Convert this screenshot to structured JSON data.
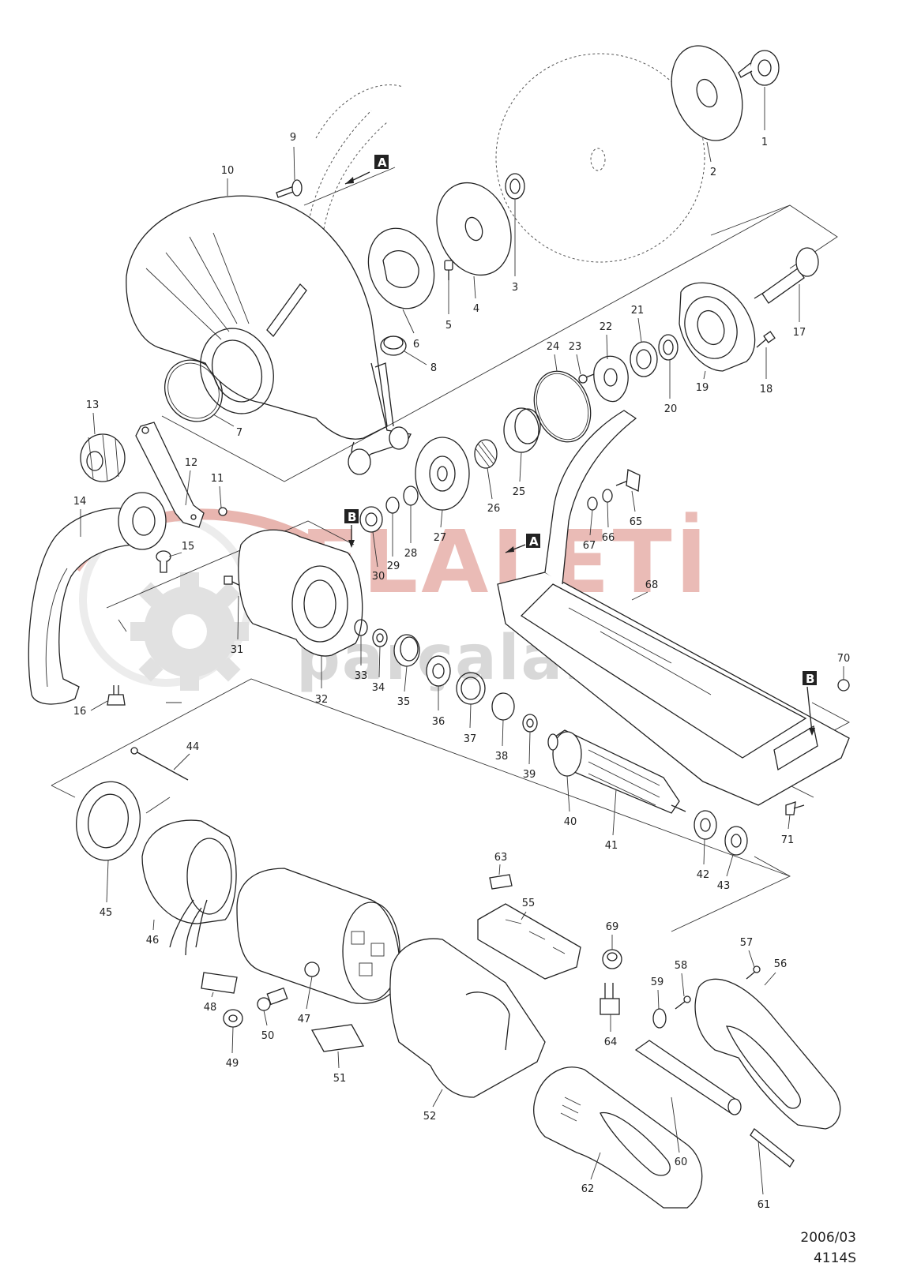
{
  "watermark": {
    "brand_line": "ELALETİ",
    "sub_line": "parçaları"
  },
  "markers": {
    "a_upper": "A",
    "a_lower": "A",
    "b_upper": "B",
    "b_right": "B"
  },
  "footer": {
    "date": "2006/03",
    "model": "4114S"
  },
  "parts": [
    {
      "id": "p1",
      "label": "1"
    },
    {
      "id": "p2",
      "label": "2"
    },
    {
      "id": "p3",
      "label": "3"
    },
    {
      "id": "p4",
      "label": "4"
    },
    {
      "id": "p5",
      "label": "5"
    },
    {
      "id": "p6",
      "label": "6"
    },
    {
      "id": "p7",
      "label": "7"
    },
    {
      "id": "p8",
      "label": "8"
    },
    {
      "id": "p9",
      "label": "9"
    },
    {
      "id": "p10",
      "label": "10"
    },
    {
      "id": "p11",
      "label": "11"
    },
    {
      "id": "p12",
      "label": "12"
    },
    {
      "id": "p13",
      "label": "13"
    },
    {
      "id": "p14",
      "label": "14"
    },
    {
      "id": "p15",
      "label": "15"
    },
    {
      "id": "p16",
      "label": "16"
    },
    {
      "id": "p17",
      "label": "17"
    },
    {
      "id": "p18",
      "label": "18"
    },
    {
      "id": "p19",
      "label": "19"
    },
    {
      "id": "p20",
      "label": "20"
    },
    {
      "id": "p21",
      "label": "21"
    },
    {
      "id": "p22",
      "label": "22"
    },
    {
      "id": "p23",
      "label": "23"
    },
    {
      "id": "p24",
      "label": "24"
    },
    {
      "id": "p25",
      "label": "25"
    },
    {
      "id": "p26",
      "label": "26"
    },
    {
      "id": "p27",
      "label": "27"
    },
    {
      "id": "p28",
      "label": "28"
    },
    {
      "id": "p29",
      "label": "29"
    },
    {
      "id": "p30",
      "label": "30"
    },
    {
      "id": "p31",
      "label": "31"
    },
    {
      "id": "p32",
      "label": "32"
    },
    {
      "id": "p33",
      "label": "33"
    },
    {
      "id": "p34",
      "label": "34"
    },
    {
      "id": "p35",
      "label": "35"
    },
    {
      "id": "p36",
      "label": "36"
    },
    {
      "id": "p37",
      "label": "37"
    },
    {
      "id": "p38",
      "label": "38"
    },
    {
      "id": "p39",
      "label": "39"
    },
    {
      "id": "p40",
      "label": "40"
    },
    {
      "id": "p41",
      "label": "41"
    },
    {
      "id": "p42",
      "label": "42"
    },
    {
      "id": "p43",
      "label": "43"
    },
    {
      "id": "p44",
      "label": "44"
    },
    {
      "id": "p45",
      "label": "45"
    },
    {
      "id": "p46",
      "label": "46"
    },
    {
      "id": "p47",
      "label": "47"
    },
    {
      "id": "p48",
      "label": "48"
    },
    {
      "id": "p49",
      "label": "49"
    },
    {
      "id": "p50",
      "label": "50"
    },
    {
      "id": "p51",
      "label": "51"
    },
    {
      "id": "p52",
      "label": "52"
    },
    {
      "id": "p55",
      "label": "55"
    },
    {
      "id": "p56",
      "label": "56"
    },
    {
      "id": "p57",
      "label": "57"
    },
    {
      "id": "p58",
      "label": "58"
    },
    {
      "id": "p59",
      "label": "59"
    },
    {
      "id": "p60",
      "label": "60"
    },
    {
      "id": "p61",
      "label": "61"
    },
    {
      "id": "p62",
      "label": "62"
    },
    {
      "id": "p63",
      "label": "63"
    },
    {
      "id": "p64",
      "label": "64"
    },
    {
      "id": "p65",
      "label": "65"
    },
    {
      "id": "p66",
      "label": "66"
    },
    {
      "id": "p67",
      "label": "67"
    },
    {
      "id": "p68",
      "label": "68"
    },
    {
      "id": "p69",
      "label": "69"
    },
    {
      "id": "p70",
      "label": "70"
    },
    {
      "id": "p71",
      "label": "71"
    }
  ]
}
